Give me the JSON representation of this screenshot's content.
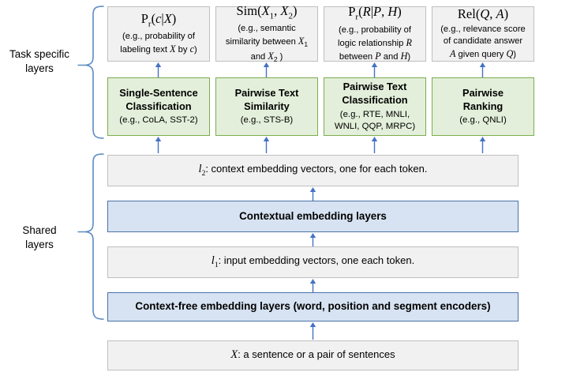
{
  "diagram": {
    "title": "Multi-task deep neural network architecture",
    "colors": {
      "gray_fill": "#f1f1f1",
      "gray_border": "#bfbfbf",
      "green_fill": "#e3efda",
      "green_border": "#7cac4e",
      "blue_fill": "#d7e3f2",
      "blue_border": "#4a72a8",
      "arrow": "#4472c4",
      "brace": "#5b8bc4"
    },
    "side_labels": [
      {
        "id": "task-specific",
        "line1": "Task specific",
        "line2": "layers"
      },
      {
        "id": "shared",
        "line1": "Shared",
        "line2": "layers"
      }
    ],
    "outputs": [
      {
        "id": "prob-class",
        "formula_html": "P<span class=\"sub rm\">r</span>(<i>c</i>|<i>X</i>)",
        "desc_html": "(e.g., probability of<br>labeling text <i>X</i> by <i>c</i>)"
      },
      {
        "id": "similarity",
        "formula_html": "<span class=\"rm\">Sim</span>(<i>X</i><span class=\"sub\">1</span>, <i>X</i><span class=\"sub\">2</span>)",
        "desc_html": "(e.g., semantic<br>similarity between <i>X</i><span class=\"sub\">1</span><br>and <i>X</i><span class=\"sub\">2</span> )"
      },
      {
        "id": "prob-relation",
        "formula_html": "P<span class=\"sub rm\">r</span>(<i>R</i>|<i>P</i>, <i>H</i>)",
        "desc_html": "(e.g., probability of<br>logic relationship <i>R</i><br>between <i>P</i> and <i>H</i>)"
      },
      {
        "id": "relevance",
        "formula_html": "<span class=\"rm\">Rel</span>(<i>Q</i>, <i>A</i>)",
        "desc_html": "(e.g., relevance score<br>of candidate answer<br><i>A</i> given query <i>Q</i>)"
      }
    ],
    "tasks": [
      {
        "id": "single-sentence-classification",
        "title_html": "Single-Sentence<br>Classification",
        "datasets": "(e.g., CoLA, SST-2)"
      },
      {
        "id": "pairwise-text-similarity",
        "title_html": "Pairwise Text<br>Similarity",
        "datasets": "(e.g., STS-B)"
      },
      {
        "id": "pairwise-text-classification",
        "title_html": "Pairwise Text<br>Classification",
        "datasets_html": "(e.g., RTE, MNLI,<br>WNLI, QQP, MRPC)"
      },
      {
        "id": "pairwise-ranking",
        "title_html": "Pairwise<br>Ranking",
        "datasets": "(e.g., QNLI)"
      }
    ],
    "shared_rows": [
      {
        "id": "l2-context-embedding-vectors",
        "style": "gray",
        "bold": false,
        "text_html": "<span class=\"mathvar\">l<span class=\"sub\">2</span></span>: context embedding vectors, one for each token."
      },
      {
        "id": "contextual-embedding-layers",
        "style": "blue",
        "bold": true,
        "text_html": "Contextual embedding layers"
      },
      {
        "id": "l1-input-embedding-vectors",
        "style": "gray",
        "bold": false,
        "text_html": "<span class=\"mathvar\">l<span class=\"sub\">1</span></span>: input embedding vectors, one each token."
      },
      {
        "id": "context-free-embedding-layers",
        "style": "blue",
        "bold": true,
        "text_html": "Context-free embedding layers (word, position and segment encoders)"
      },
      {
        "id": "input-sentence",
        "style": "gray",
        "bold": false,
        "text_html": "<span class=\"mathvar\">X</span>: a sentence or a pair of sentences"
      }
    ]
  }
}
